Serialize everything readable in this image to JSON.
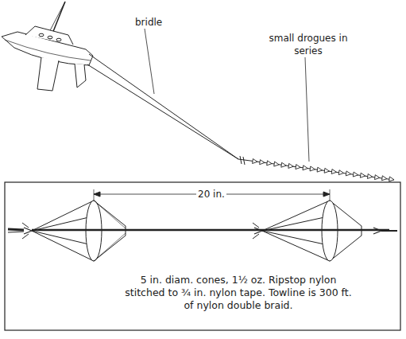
{
  "diagram": {
    "labels": [
      "bridle",
      "small drogues in series",
      "20 in.",
      "5 in. diam. cones, 1½ oz. Ripstop nylon stitched to ¾ in. nylon tape. Towline is 300 ft. of nylon double braid."
    ]
  }
}
